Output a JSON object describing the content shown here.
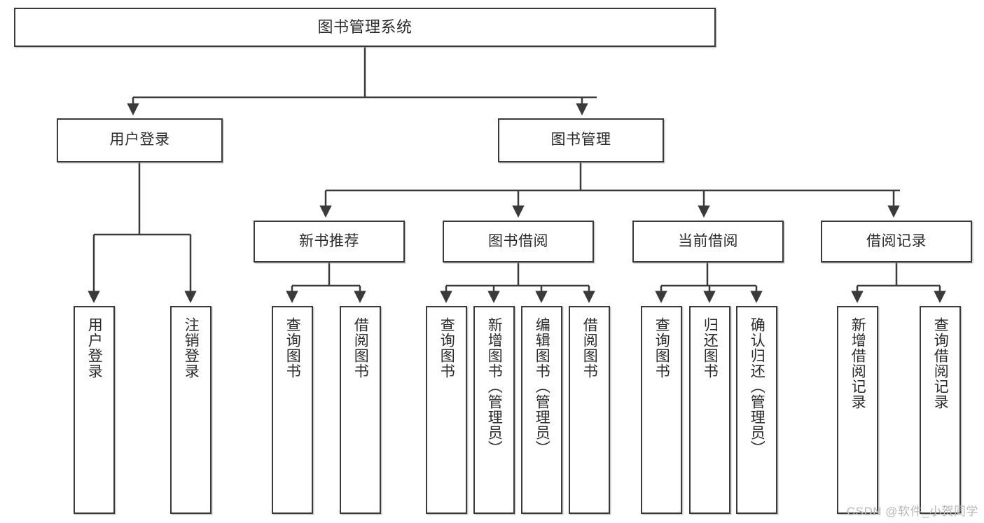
{
  "diagram": {
    "title": "图书管理系统",
    "watermark": "CSDN @软件_小贺同学",
    "line_color": "#3a3a3a",
    "box_fill": "#ffffff",
    "text_color": "#2b2b2b",
    "nodes": {
      "root": "图书管理系统",
      "user_login": "用户登录",
      "book_manage": "图书管理",
      "new_book_rec": "新书推荐",
      "book_borrow": "图书借阅",
      "current_borrow": "当前借阅",
      "borrow_record": "借阅记录",
      "leaf_user_login": "用户登录",
      "leaf_user_logout": "注销登录",
      "leaf_rec_query_book": "查询图书",
      "leaf_rec_borrow_book": "借阅图书",
      "leaf_borrow_query_book": "查询图书",
      "leaf_borrow_add_book": "新增图书（管理员）",
      "leaf_borrow_edit_book": "编辑图书（管理员）",
      "leaf_borrow_borrow_book": "借阅图书",
      "leaf_current_query_book": "查询图书",
      "leaf_current_return_book": "归还图书",
      "leaf_current_confirm_return": "确认归还（管理员）",
      "leaf_record_add": "新增借阅记录",
      "leaf_record_query": "查询借阅记录"
    }
  }
}
